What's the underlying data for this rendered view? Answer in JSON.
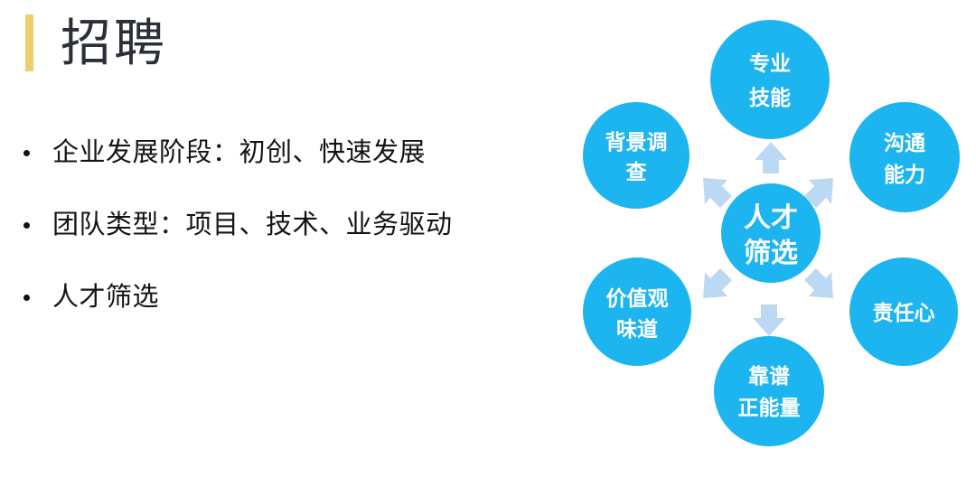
{
  "slide": {
    "title": "招聘",
    "accent_bar_color": "#efcf6a",
    "title_color": "#2b2f38",
    "background_color": "#ffffff",
    "bullets": [
      {
        "text": "企业发展阶段：初创、快速发展"
      },
      {
        "text": "团队类型：项目、技术、业务驱动"
      },
      {
        "text": "人才筛选"
      }
    ]
  },
  "diagram": {
    "name": "人才筛选 radial diagram",
    "circle_color": "#1cb5f0",
    "arrow_color": "#bcd9f3",
    "label_color": "#ffffff",
    "center": {
      "id": "center-node",
      "line1": "人才",
      "line2": "筛选"
    },
    "nodes": [
      {
        "id": "node-top",
        "position": "top",
        "line1": "专业",
        "line2": "技能"
      },
      {
        "id": "node-top-left",
        "position": "upper-left",
        "line1": "背景调",
        "line2": "查"
      },
      {
        "id": "node-top-right",
        "position": "upper-right",
        "line1": "沟通",
        "line2": "能力"
      },
      {
        "id": "node-bottom-left",
        "position": "lower-left",
        "line1": "价值观",
        "line2": "味道"
      },
      {
        "id": "node-bottom-right",
        "position": "lower-right",
        "line1": "责任心",
        "line2": ""
      },
      {
        "id": "node-bottom",
        "position": "bottom",
        "line1": "靠谱",
        "line2": "正能量"
      }
    ],
    "arrows": [
      {
        "id": "arrow-up",
        "direction": "up"
      },
      {
        "id": "arrow-up-left",
        "direction": "up-left"
      },
      {
        "id": "arrow-up-right",
        "direction": "up-right"
      },
      {
        "id": "arrow-down-left",
        "direction": "down-left"
      },
      {
        "id": "arrow-down-right",
        "direction": "down-right"
      },
      {
        "id": "arrow-down",
        "direction": "down"
      }
    ]
  }
}
